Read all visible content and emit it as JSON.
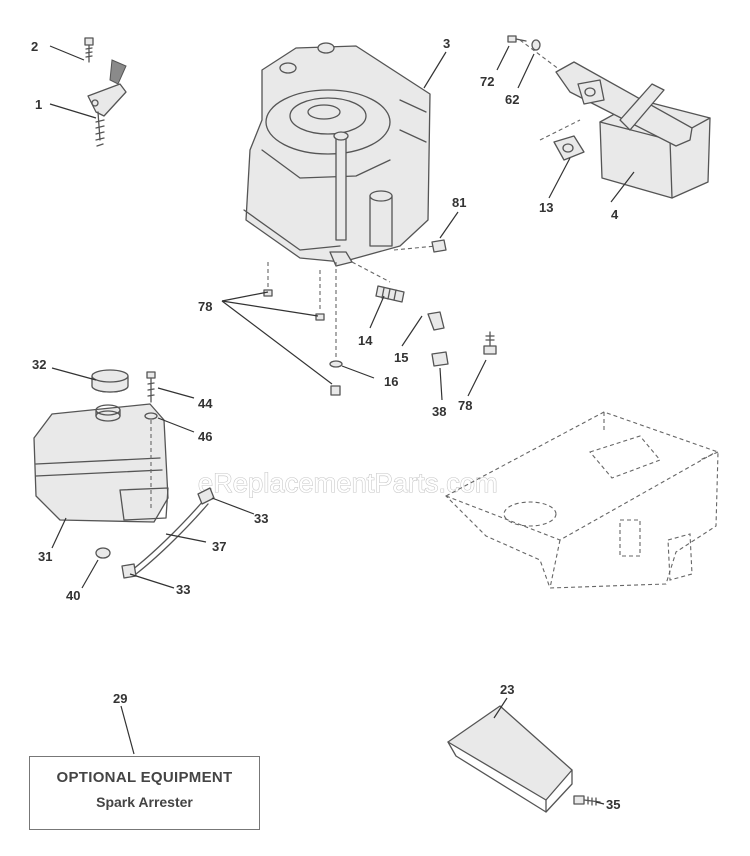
{
  "watermark": "eReplacementParts.com",
  "optional_box": {
    "title": "OPTIONAL EQUIPMENT",
    "subtitle": "Spark Arrester"
  },
  "callouts": {
    "c1": "1",
    "c2": "2",
    "c3": "3",
    "c4": "4",
    "c13": "13",
    "c14": "14",
    "c15": "15",
    "c16": "16",
    "c23": "23",
    "c29": "29",
    "c31": "31",
    "c32": "32",
    "c33a": "33",
    "c33b": "33",
    "c35": "35",
    "c37": "37",
    "c38": "38",
    "c40": "40",
    "c44": "44",
    "c46": "46",
    "c62": "62",
    "c72": "72",
    "c78a": "78",
    "c78b": "78",
    "c81": "81"
  }
}
